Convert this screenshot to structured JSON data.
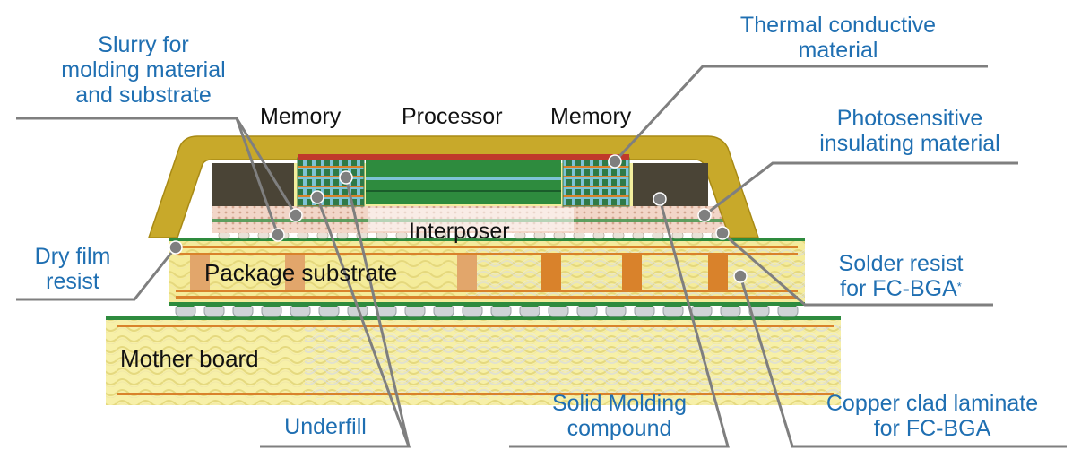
{
  "labels": {
    "slurry": [
      "Slurry for",
      "molding material",
      "and substrate"
    ],
    "thermal": [
      "Thermal conductive",
      "material"
    ],
    "photosensitive": [
      "Photosensitive",
      "insulating material"
    ],
    "dry_film": [
      "Dry film",
      "resist"
    ],
    "solder_resist": [
      "Solder resist",
      "for FC-BGA"
    ],
    "solder_resist_mark": "*",
    "underfill": "Underfill",
    "solid_molding": [
      "Solid Molding",
      "compound"
    ],
    "copper_clad": [
      "Copper clad laminate",
      "for FC-BGA"
    ]
  },
  "components": {
    "memory_left": "Memory",
    "processor": "Processor",
    "memory_right": "Memory",
    "interposer": "Interposer",
    "package_substrate": "Package substrate",
    "mother_board": "Mother board"
  },
  "colors": {
    "label_blue": "#1f6fb2",
    "lid_gold": "#c8a92a",
    "substrate_yellow": "#f5ec9a",
    "board_yellow": "#f7f0a8",
    "copper": "#d9822b",
    "green": "#2e8b3e",
    "leader_gray": "#7f7f7f",
    "interposer_pink": "#f2d6c8"
  }
}
